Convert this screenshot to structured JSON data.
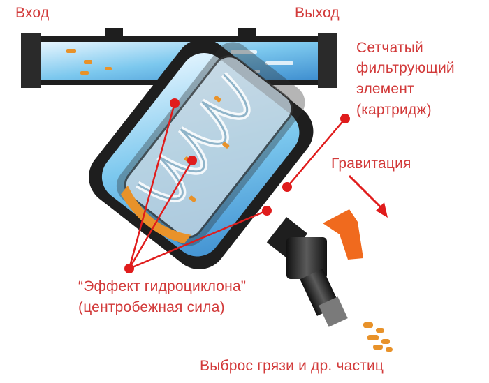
{
  "labels": {
    "inlet": "Вход",
    "outlet": "Выход",
    "filter_element": [
      "Сетчатый",
      "фильтрующий",
      "элемент",
      "(картридж)"
    ],
    "gravity": "Гравитация",
    "hydrocyclone": [
      "“Эффект гидроциклона”",
      "(центробежная сила)"
    ],
    "dirt_discharge": "Выброс грязи и др. частиц"
  },
  "colors": {
    "label_red": "#d23a3a",
    "label_dark": "#222222",
    "pointer_red": "#e01c1c",
    "body_dark": "#1e1e1e",
    "water_blue": "#7cc8ee",
    "sediment_orange": "#e8922a",
    "valve_handle": "#f06a1e"
  },
  "icons": [
    "pointer-dot",
    "gravity-arrow-icon",
    "valve-handle",
    "spiral-flow-icon"
  ]
}
